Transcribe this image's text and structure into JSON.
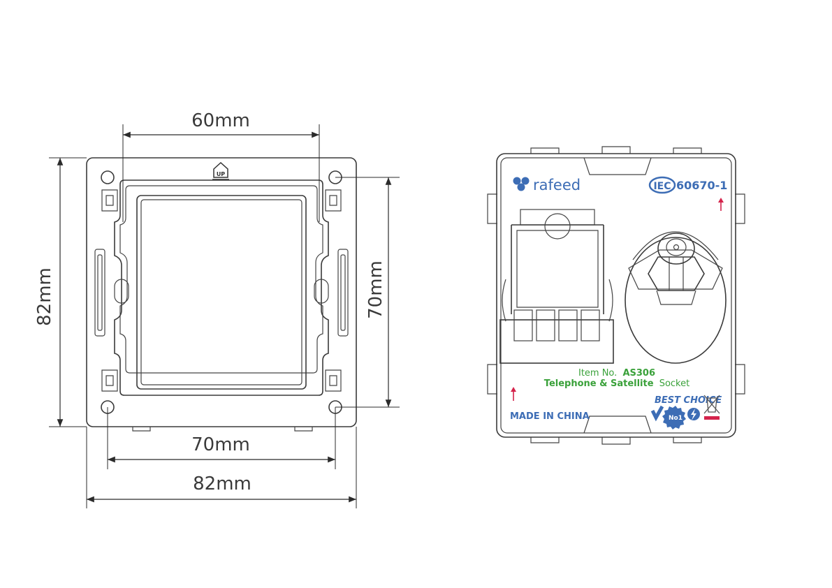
{
  "dimensions": {
    "top_width": "60mm",
    "left_height": "82mm",
    "right_height": "70mm",
    "bottom_inner": "70mm",
    "bottom_outer": "82mm"
  },
  "frame": {
    "up_mark": "UP"
  },
  "module": {
    "brand": "rafeed",
    "standard_badge": "IEC",
    "standard_number": "60670-1",
    "item_prefix": "Item No.",
    "item_code": "AS306",
    "product_emphasis": "Telephone & Satellite",
    "product_suffix": "Socket",
    "origin": "MADE IN CHINA",
    "best_choice": "BEST CHOICE",
    "no1_badge": "No1"
  },
  "colors": {
    "brand_blue": "#3d6db5",
    "product_green": "#3aa13a",
    "arrow_red": "#d4234b",
    "line_dark": "#2b2b2b"
  }
}
